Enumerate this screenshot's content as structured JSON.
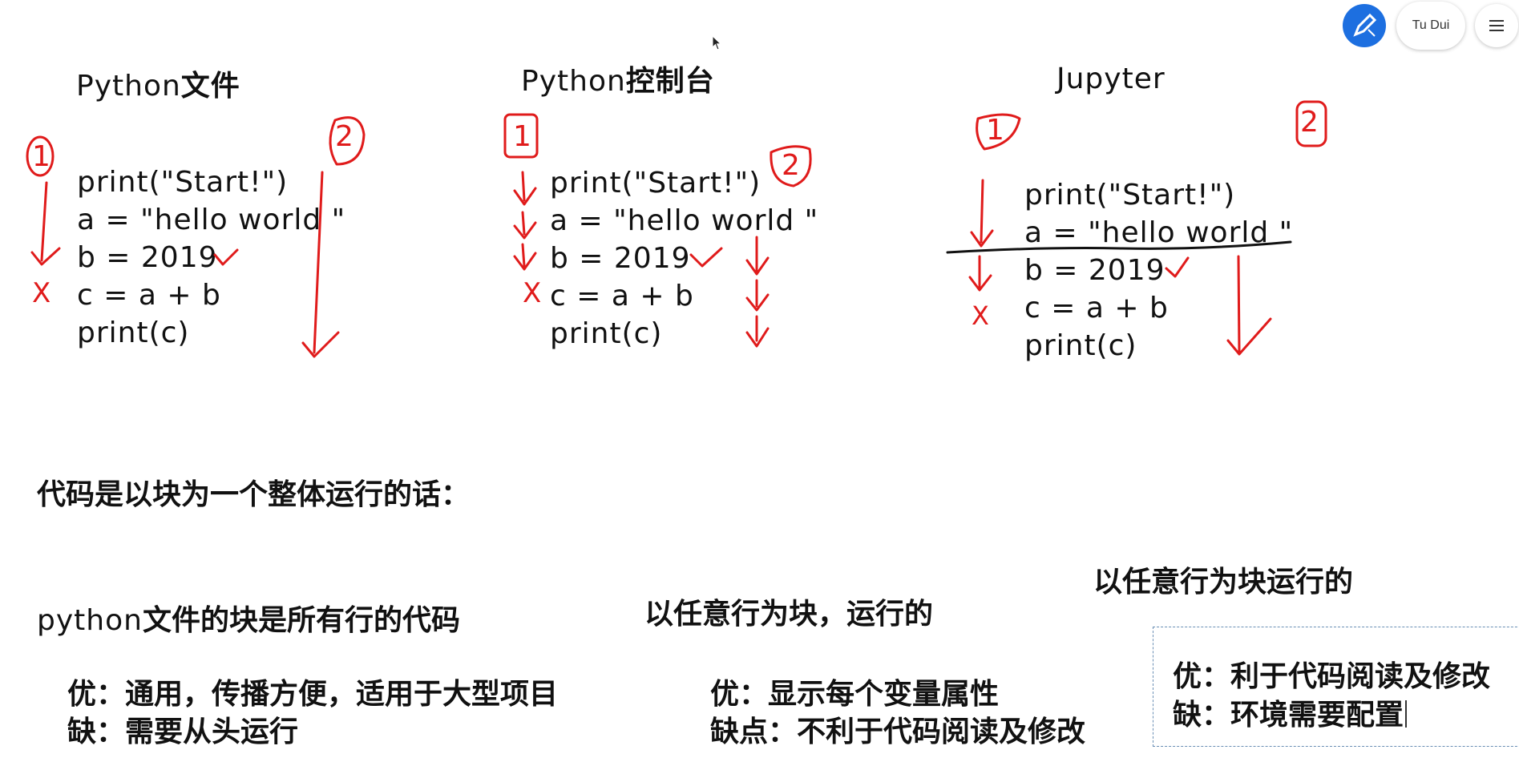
{
  "titles": {
    "python_file_prefix": "Python",
    "python_file_suffix": "文件",
    "console_prefix": "Python",
    "console_suffix": "控制台",
    "jupyter": "Jupyter"
  },
  "code_lines": [
    "print(\"Start!\")",
    "a = \"hello world \"",
    "b = 2019",
    "c = a + b",
    "print(c)"
  ],
  "markers": {
    "one": "1",
    "two": "2",
    "cross": "X"
  },
  "headline": "代码是以块为一个整体运行的话：",
  "python_file_block": {
    "prefix": "python",
    "suffix": "文件的块是所有行的代码",
    "pro": "优：通用，传播方便，适用于大型项目",
    "con": "缺：需要从头运行"
  },
  "console_block": {
    "title": "以任意行为块，运行的",
    "pro": "优：显示每个变量属性",
    "con": "缺点：不利于代码阅读及修改"
  },
  "jupyter_block": {
    "title": "以任意行为块运行的",
    "pro": "优：利于代码阅读及修改",
    "con": "缺：环境需要配置"
  },
  "toolbar": {
    "user_label": "Tu Dui"
  },
  "colors": {
    "ink_red": "#e01b1b",
    "accent_blue": "#1d6fe0"
  }
}
